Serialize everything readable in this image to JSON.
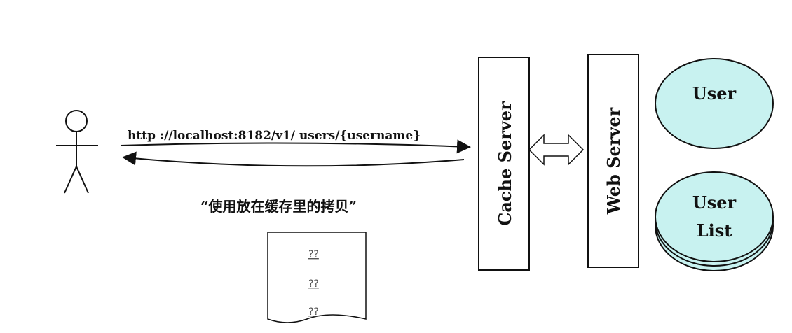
{
  "diagram": {
    "request_url": "http ://localhost:8182/v1/ users/{username}",
    "response_note": "“使用放在缓存里的拷贝”",
    "cache_server": "Cache Server",
    "web_server": "Web Server",
    "user": "User",
    "user_list_line1": "User",
    "user_list_line2": "List",
    "doc_lines": [
      "??",
      "??",
      "??"
    ],
    "colors": {
      "ellipse_fill": "#c8f2f0",
      "stroke": "#111111",
      "background": "#ffffff"
    }
  }
}
